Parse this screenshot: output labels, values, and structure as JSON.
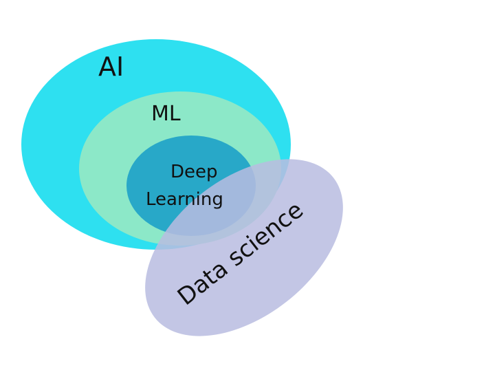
{
  "labels": {
    "ai": "AI",
    "ml": "ML",
    "dl_line1": "Deep",
    "dl_line2": "Learning",
    "ds": "Data science"
  },
  "colors": {
    "ai": "#2ee0f0",
    "ml": "#8ce8c8",
    "dl": "#28a8c8",
    "ds": "#b8bce0"
  }
}
